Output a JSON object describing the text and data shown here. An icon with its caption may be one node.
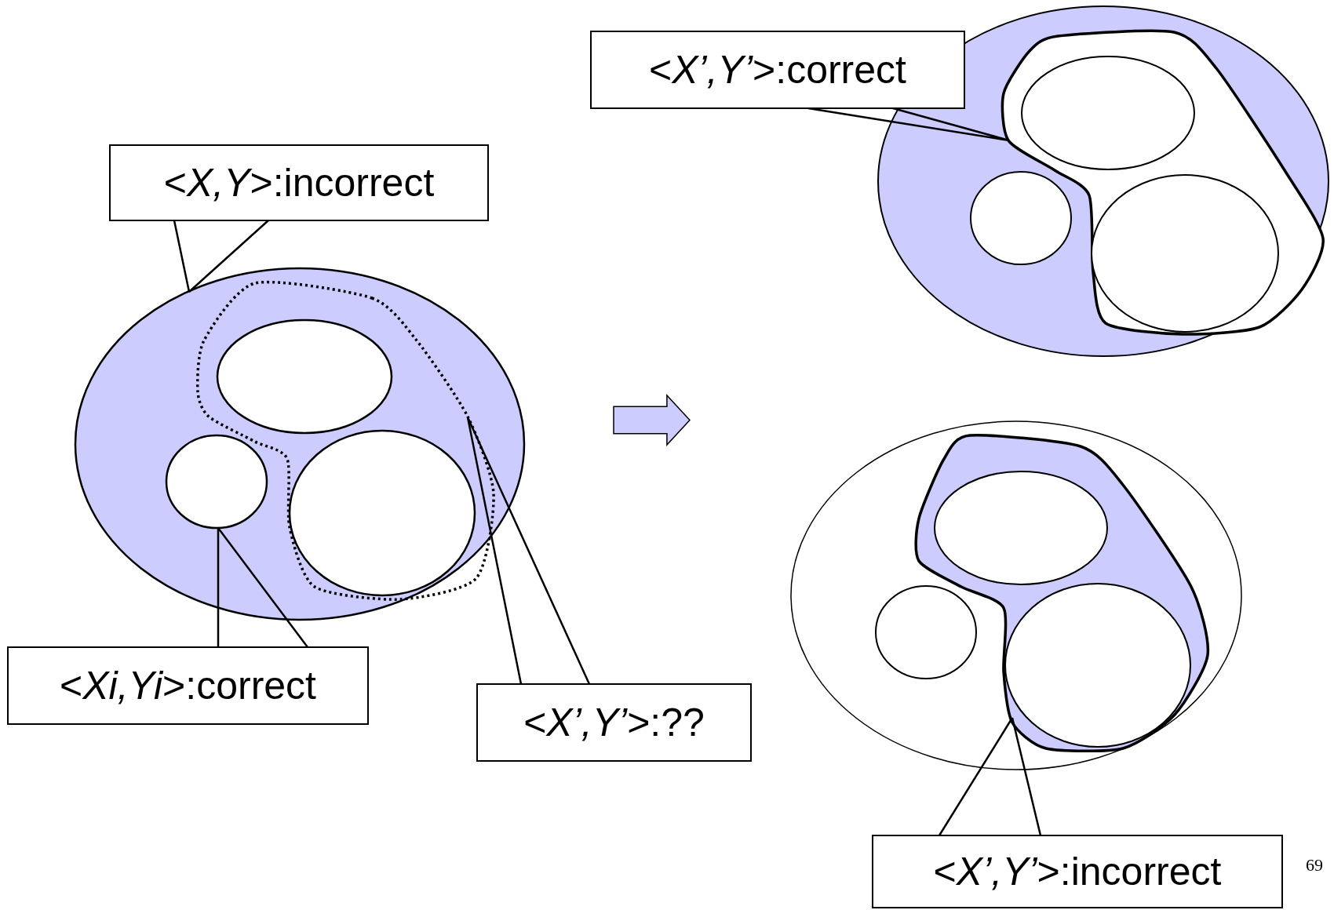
{
  "diagram": {
    "nodes": [
      {
        "text": [
          "<*X,Y*>:incorrect"
        ]
      },
      {
        "text": [],
        "shape": "ellipse"
      },
      {
        "text": [],
        "shape": "blob",
        "in": 1
      },
      {
        "text": [],
        "shape": "ellipse",
        "in": 2
      },
      {
        "text": [],
        "shape": "circle",
        "in": 1
      },
      {
        "text": [],
        "shape": "ellipse",
        "in": 2
      },
      {
        "text": [
          "<*Xi,Yi*>:correct"
        ]
      },
      {
        "text": [
          "<*X’,Y’*>:??"
        ]
      },
      {
        "text": [],
        "shape": "ellipse"
      },
      {
        "text": [],
        "shape": "blob",
        "in": 8
      },
      {
        "text": [],
        "shape": "ellipse",
        "in": 9
      },
      {
        "text": [],
        "shape": "circle",
        "in": 8
      },
      {
        "text": [],
        "shape": "ellipse",
        "in": 9
      },
      {
        "text": [
          "<*X’,Y’*>:correct"
        ]
      },
      {
        "text": [],
        "shape": "ellipse"
      },
      {
        "text": [],
        "shape": "blob",
        "in": 14
      },
      {
        "text": [],
        "shape": "ellipse",
        "in": 15
      },
      {
        "text": [],
        "shape": "circle",
        "in": 14
      },
      {
        "text": [],
        "shape": "ellipse",
        "in": 15
      },
      {
        "text": [
          "<*X’,Y’*>:incorrect"
        ]
      }
    ],
    "edges": [
      {
        "from": 0,
        "to": 1,
        "arrow": "none"
      },
      {
        "from": 6,
        "to": 4,
        "arrow": "none"
      },
      {
        "from": 7,
        "to": 2,
        "arrow": "none"
      },
      {
        "from": 13,
        "to": 9,
        "arrow": "none"
      },
      {
        "from": 19,
        "to": 15,
        "arrow": "none"
      }
    ],
    "labels": [
      "69"
    ]
  }
}
